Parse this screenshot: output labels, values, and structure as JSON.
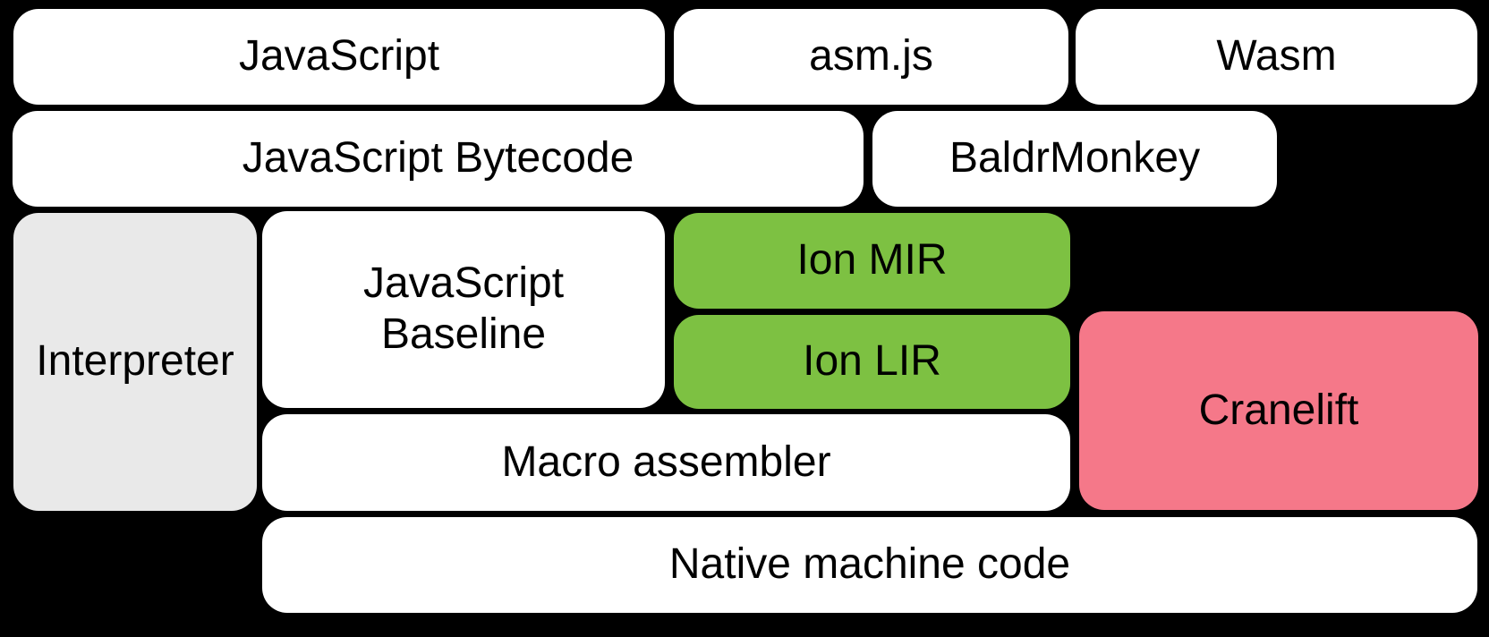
{
  "diagram": {
    "background_color": "#000000",
    "text_color": "#000000",
    "colors": {
      "default_box": "#FFFFFF",
      "interpreter_gray": "#E9E9E9",
      "ion_green": "#7DC142",
      "cranelift_pink": "#F57889"
    },
    "nodes": [
      {
        "id": "javascript",
        "label": "JavaScript",
        "color": "#FFFFFF"
      },
      {
        "id": "asmjs",
        "label": "asm.js",
        "color": "#FFFFFF"
      },
      {
        "id": "wasm",
        "label": "Wasm",
        "color": "#FFFFFF"
      },
      {
        "id": "js-bytecode",
        "label": "JavaScript Bytecode",
        "color": "#FFFFFF"
      },
      {
        "id": "baldrmonkey",
        "label": "BaldrMonkey",
        "color": "#FFFFFF"
      },
      {
        "id": "interpreter",
        "label": "Interpreter",
        "color": "#E9E9E9"
      },
      {
        "id": "js-baseline",
        "label": "JavaScript Baseline",
        "color": "#FFFFFF"
      },
      {
        "id": "ion-mir",
        "label": "Ion MIR",
        "color": "#7DC142"
      },
      {
        "id": "ion-lir",
        "label": "Ion LIR",
        "color": "#7DC142"
      },
      {
        "id": "cranelift",
        "label": "Cranelift",
        "color": "#F57889"
      },
      {
        "id": "macro-assembler",
        "label": "Macro assembler",
        "color": "#FFFFFF"
      },
      {
        "id": "native-machine-code",
        "label": "Native machine code",
        "color": "#FFFFFF"
      }
    ]
  }
}
